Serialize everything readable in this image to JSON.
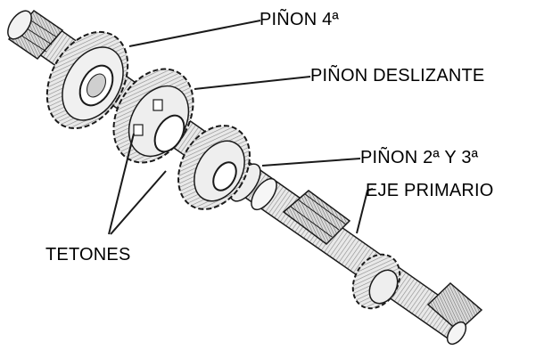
{
  "labels": {
    "pinon_4": "PIÑON 4ª",
    "pinon_deslizante": "PIÑON DESLIZANTE",
    "pinon_2_3": "PIÑON 2ª Y 3ª",
    "eje_primario": "EJE PRIMARIO",
    "tetones": "TETONES"
  },
  "colors": {
    "ink": "#1a1a1a",
    "shade": "#6d6d6d",
    "paper": "#ffffff"
  }
}
